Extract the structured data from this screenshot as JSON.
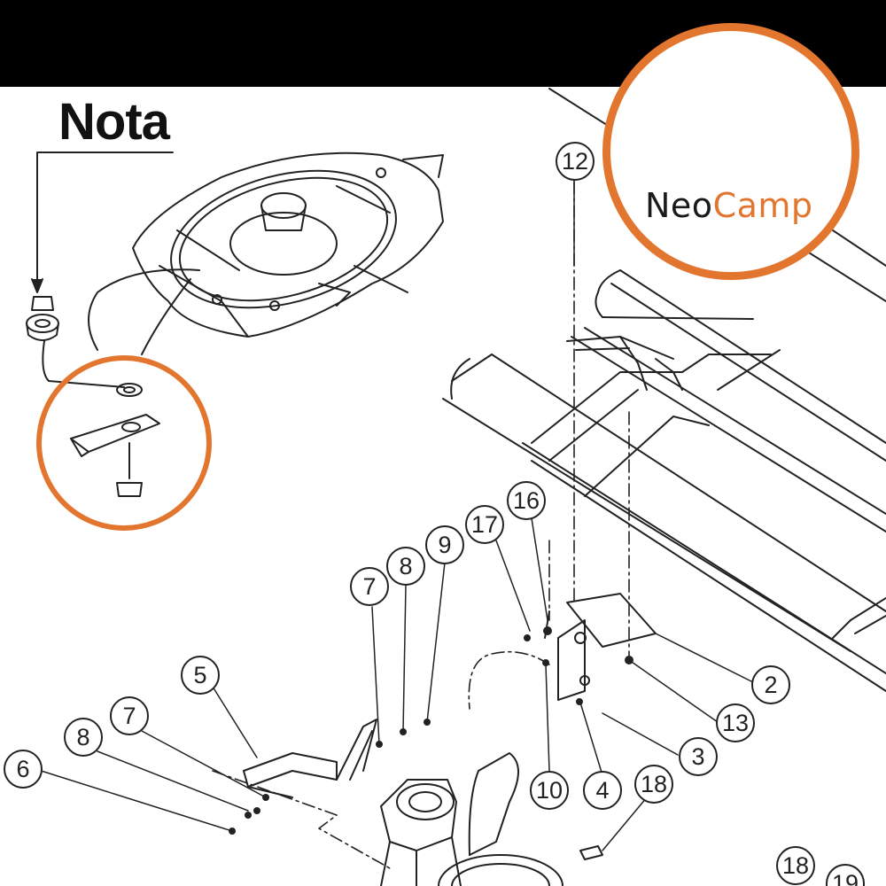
{
  "header": {
    "note_title": "Nota"
  },
  "logo": {
    "brand_part1": "Neo",
    "brand_part2": "Camp",
    "accent_color": "#e2762f",
    "icon": "gear-play-circuit-icon"
  },
  "highlight_color": "#e2762f",
  "callouts": [
    {
      "id": "c12",
      "label": "12"
    },
    {
      "id": "c16",
      "label": "16"
    },
    {
      "id": "c17",
      "label": "17"
    },
    {
      "id": "c9",
      "label": "9"
    },
    {
      "id": "c8a",
      "label": "8"
    },
    {
      "id": "c7a",
      "label": "7"
    },
    {
      "id": "c5",
      "label": "5"
    },
    {
      "id": "c7b",
      "label": "7"
    },
    {
      "id": "c8b",
      "label": "8"
    },
    {
      "id": "c6",
      "label": "6"
    },
    {
      "id": "c2",
      "label": "2"
    },
    {
      "id": "c13",
      "label": "13"
    },
    {
      "id": "c3",
      "label": "3"
    },
    {
      "id": "c10",
      "label": "10"
    },
    {
      "id": "c4",
      "label": "4"
    },
    {
      "id": "c18a",
      "label": "18"
    },
    {
      "id": "c18b",
      "label": "18"
    },
    {
      "id": "c19",
      "label": "19"
    }
  ]
}
